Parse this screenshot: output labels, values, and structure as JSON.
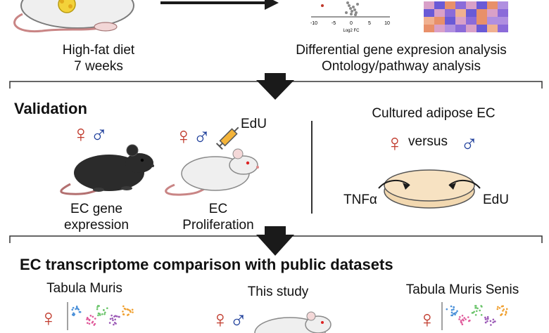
{
  "top": {
    "diet_line1": "High-fat diet",
    "diet_line2": "7 weeks",
    "analysis_line1": "Differential gene expresion analysis",
    "analysis_line2": "Ontology/pathway analysis",
    "volcano_ticks": [
      "-10",
      "-5",
      "0",
      "5",
      "10"
    ],
    "volcano_xlabel": "Log2 FC"
  },
  "validation": {
    "heading": "Validation",
    "edu_label": "EdU",
    "gene_caption_line1": "EC gene",
    "gene_caption_line2": "expression",
    "prolif_caption_line1": "EC",
    "prolif_caption_line2": "Proliferation",
    "cultured_title": "Cultured adipose EC",
    "versus": "versus",
    "tnf_label": "TNFα",
    "edu_dish_label": "EdU"
  },
  "comparison": {
    "heading": "EC transcriptome comparison with public datasets",
    "left_title": "Tabula Muris",
    "center_title": "This study",
    "right_title": "Tabula Muris Senis"
  },
  "symbols": {
    "female": "♀",
    "male": "♂"
  },
  "colors": {
    "female": "#c0392b",
    "male": "#1f3f9b",
    "arrow": "#1a1a1a",
    "dish": "#f2d8b0"
  },
  "icons": [
    "mouse-icon",
    "syringe-icon",
    "petri-dish-icon",
    "volcano-plot-icon",
    "heatmap-icon",
    "tsne-plot-icon"
  ]
}
